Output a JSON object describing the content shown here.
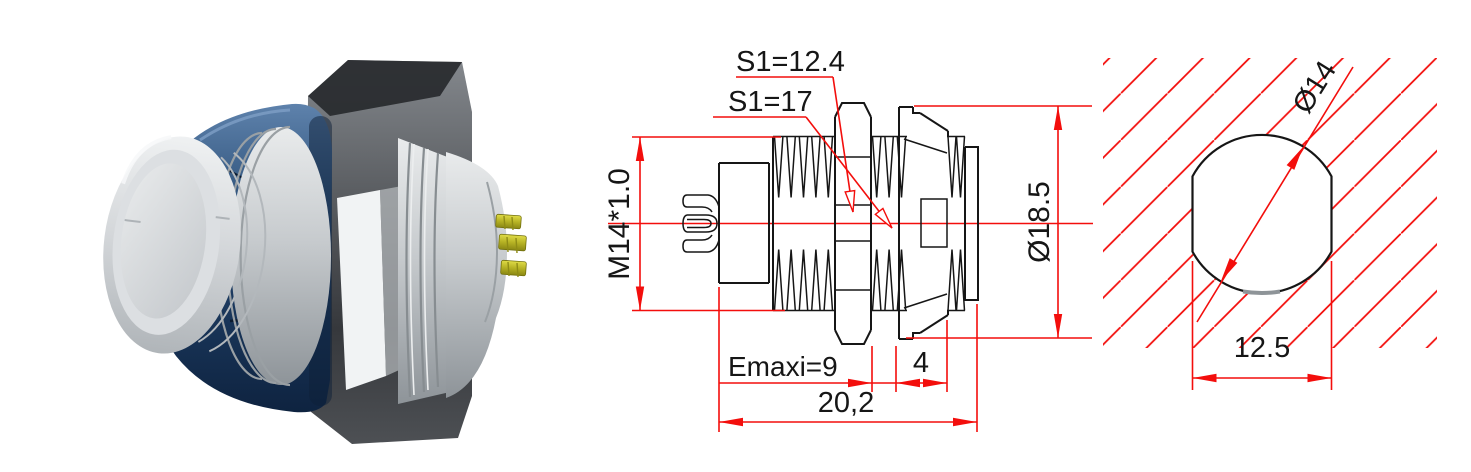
{
  "section_view": {
    "labels": {
      "s1_nut": "S1=12.4",
      "s1_hex": "S1=17",
      "thread_spec": "M14*1.0",
      "outer_diameter": "Ø18.5",
      "emax": "Emaxi=9",
      "front_length": "4",
      "overall_length": "20,2"
    }
  },
  "cutout_view": {
    "labels": {
      "hole_diameter": "Ø14",
      "flat_width": "12.5"
    }
  },
  "colors": {
    "dimension_red": "#f30e0c",
    "outline_black": "#161616",
    "coupling_blue": "#2a4a70",
    "pin_gold": "#c2be2a",
    "body_silver": "#c6cacd"
  }
}
